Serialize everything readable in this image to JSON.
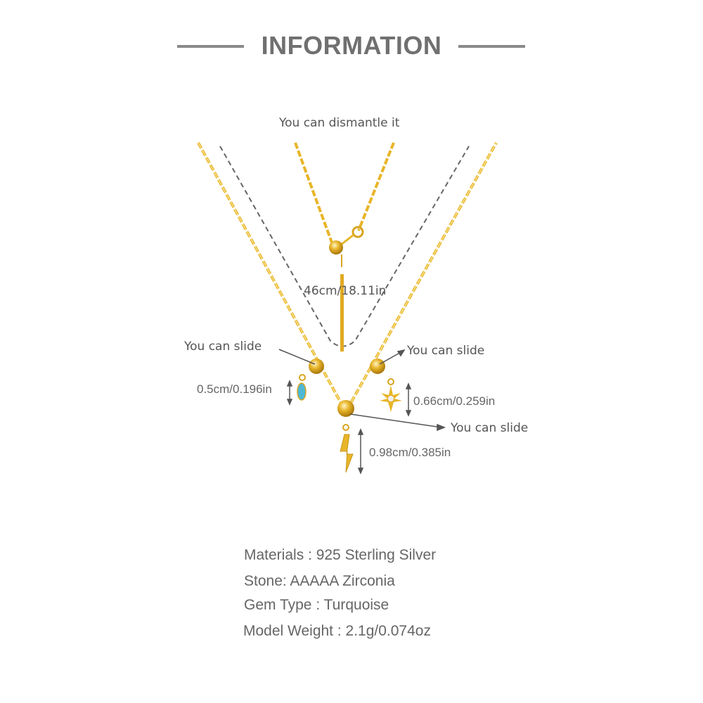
{
  "header": {
    "title": "INFORMATION"
  },
  "annotations": {
    "dismantle": "You can dismantle it",
    "length": "46cm/18.11in",
    "slide_left": "You can slide",
    "slide_right": "You can slide",
    "slide_center": "You can slide",
    "turquoise_size": "0.5cm/0.196in",
    "star_size": "0.66cm/0.259in",
    "bolt_size": "0.98cm/0.385in"
  },
  "specs": [
    "Materials : 925 Sterling Silver",
    "Stone: AAAAA Zirconia",
    "Gem Type : Turquoise",
    "Model Weight : 2.1g/0.074oz"
  ],
  "colors": {
    "gold": "#e8b52a",
    "turquoise": "#4fb8d6",
    "text": "#666666"
  }
}
